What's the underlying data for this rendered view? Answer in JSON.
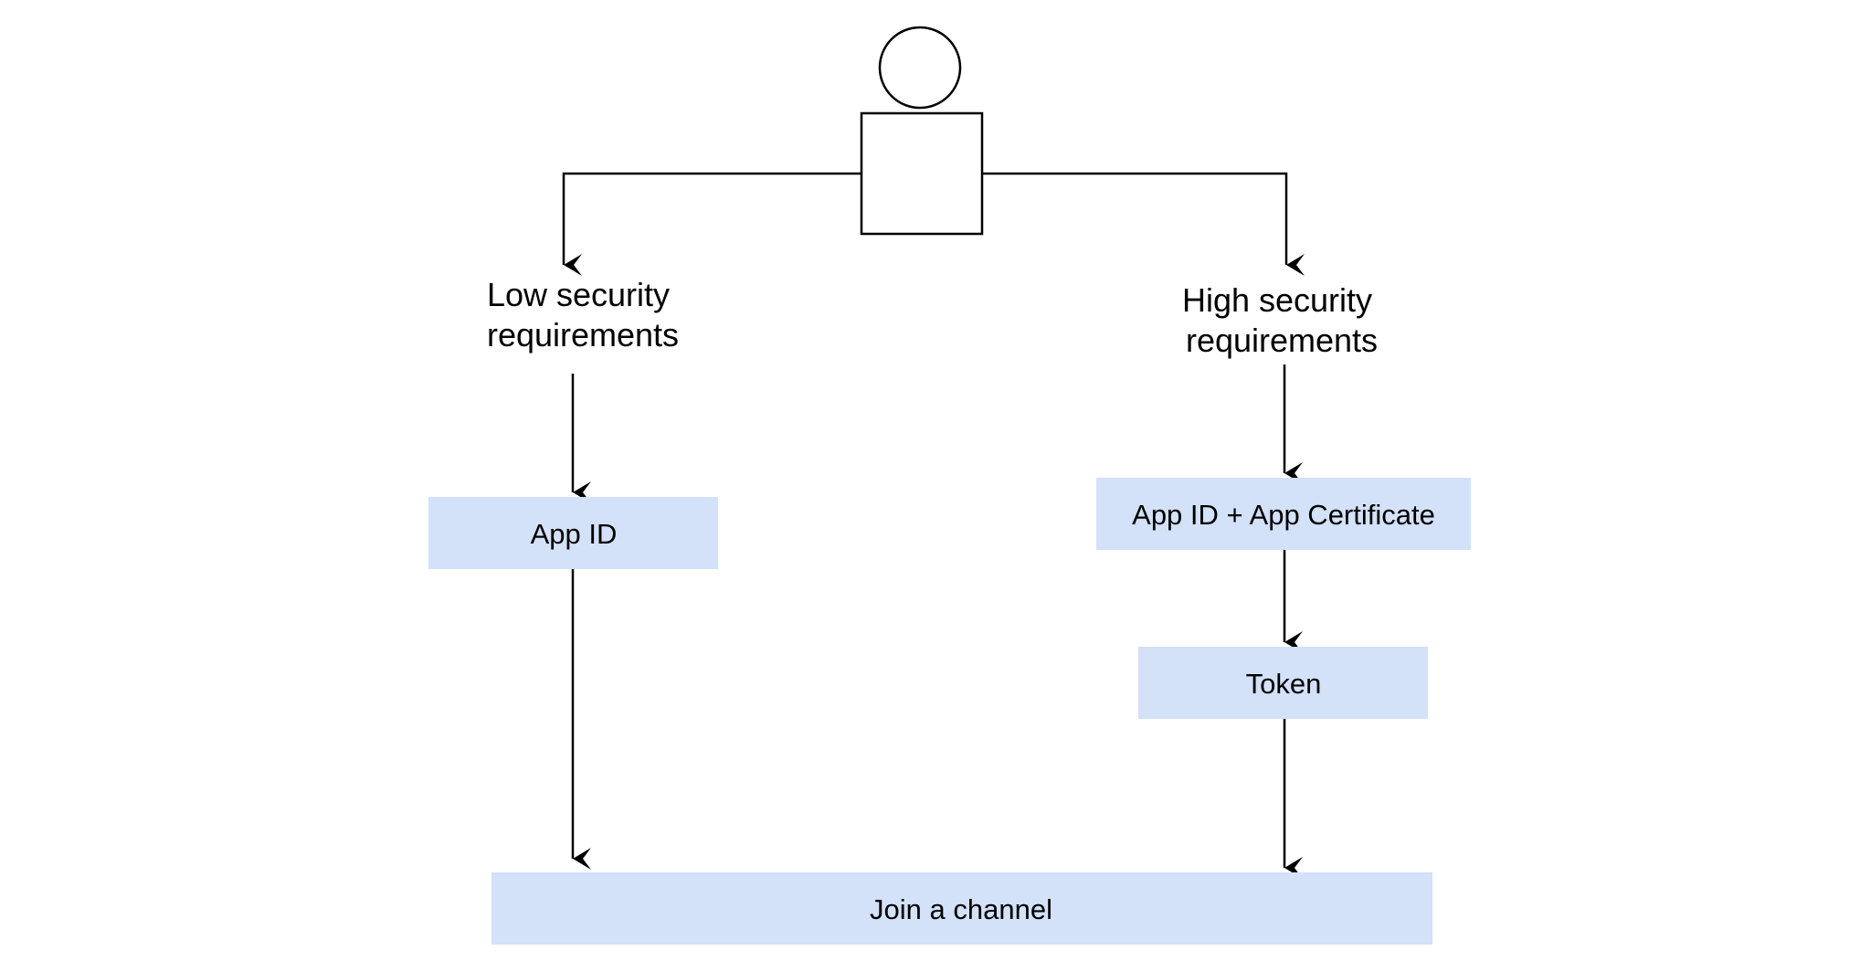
{
  "colors": {
    "box_fill": "#d3e1f9",
    "stroke": "#000000",
    "background": "#ffffff"
  },
  "actor": {
    "icon": "person-icon"
  },
  "branches": {
    "low_security": {
      "line1": "Low security",
      "line2": "requirements"
    },
    "high_security": {
      "line1": "High security",
      "line2": "requirements"
    }
  },
  "boxes": {
    "app_id": "App ID",
    "app_id_certificate": "App ID + App Certificate",
    "token": "Token",
    "join_channel": "Join a channel"
  }
}
